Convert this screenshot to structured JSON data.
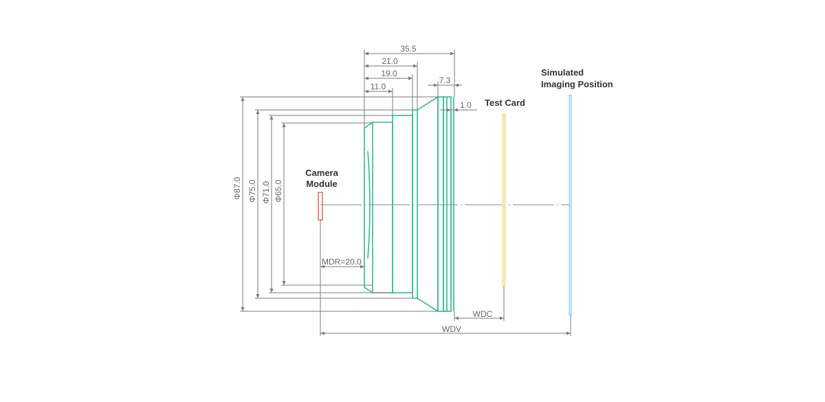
{
  "diagram": {
    "labels": {
      "camera_module": [
        "Camera",
        "Module"
      ],
      "test_card": "Test Card",
      "simulated_imaging": [
        "Simulated",
        "Imaging Position"
      ]
    },
    "dimensions": {
      "length_total": "35.5",
      "length_21": "21.0",
      "length_19": "19.0",
      "length_11": "11.0",
      "length_7_3": "7.3",
      "length_1_0": "1.0",
      "dia_87": "Φ87.0",
      "dia_75": "Φ75.0",
      "dia_71": "Φ71.0",
      "dia_65": "Φ65.0",
      "mdr": "MDR=20.0",
      "wdc": "WDC",
      "wdv": "WDV"
    },
    "colors": {
      "lens": "#2db992",
      "camera_module": "#e0603a",
      "test_card": "#f0d98a",
      "imaging_plane": "#8ec6e8",
      "dimension": "#7a7a7a"
    }
  }
}
